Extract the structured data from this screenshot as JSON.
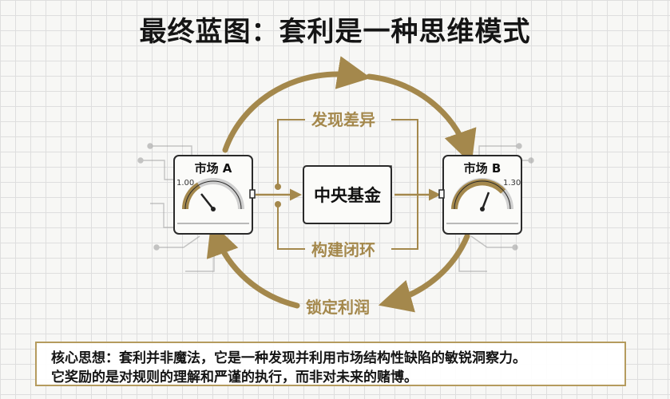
{
  "title": "最终蓝图：套利是一种思维模式",
  "market_a": {
    "label": "市场 A",
    "gauge_value": "1.00"
  },
  "market_b": {
    "label": "市场 B",
    "gauge_value": "1.30"
  },
  "center": {
    "label": "中央基金"
  },
  "steps": {
    "top": "发现差异",
    "middle": "构建闭环",
    "bottom": "锁定利润"
  },
  "caption": {
    "line1": "核心思想：套利并非魔法，它是一种发现并利用市场结构性缺陷的敏锐洞察力。",
    "line2": "它奖励的是对规则的理解和严谨的执行，而非对未来的赌博。"
  },
  "colors": {
    "gold": "#a4884c",
    "frame": "#2a2a2a",
    "grid": "#dedede"
  }
}
